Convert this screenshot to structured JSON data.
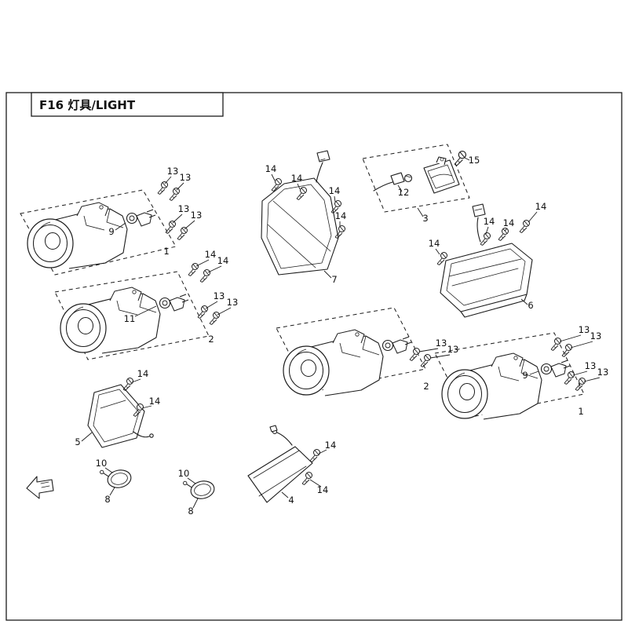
{
  "sheet": {
    "title": "F16 灯具/LIGHT"
  },
  "parts": {
    "headlamp_assy_left_top": {
      "assembly": "1",
      "bulb": "9",
      "screws": [
        "13",
        "13",
        "13",
        "13"
      ]
    },
    "headlamp_assy_left_mid": {
      "assembly": "2",
      "bulb": "11",
      "screws_upper": [
        "14",
        "14"
      ],
      "screws_lower": [
        "13",
        "13"
      ]
    },
    "headlight_unit": {
      "part": "7",
      "screws": [
        "14",
        "14",
        "14",
        "14"
      ]
    },
    "license_lamp_group": {
      "group": "3",
      "bulb_socket": "12",
      "screw": "15"
    },
    "tail_lamp": {
      "part": "6",
      "screws": [
        "14",
        "14",
        "14",
        "14"
      ]
    },
    "headlamp_assy_center": {
      "assembly": "2",
      "screws": [
        "13",
        "13"
      ]
    },
    "headlamp_assy_right": {
      "assembly": "1",
      "bulb": "9",
      "screws": [
        "13",
        "13",
        "13",
        "13"
      ]
    },
    "signal_lamp": {
      "part": "5",
      "screws": [
        "14",
        "14"
      ]
    },
    "reflector_left": {
      "part": "8",
      "mount": "10"
    },
    "reflector_right": {
      "part": "8",
      "mount": "10"
    },
    "bracket_panel": {
      "part": "4",
      "screws": [
        "14",
        "14"
      ]
    }
  }
}
